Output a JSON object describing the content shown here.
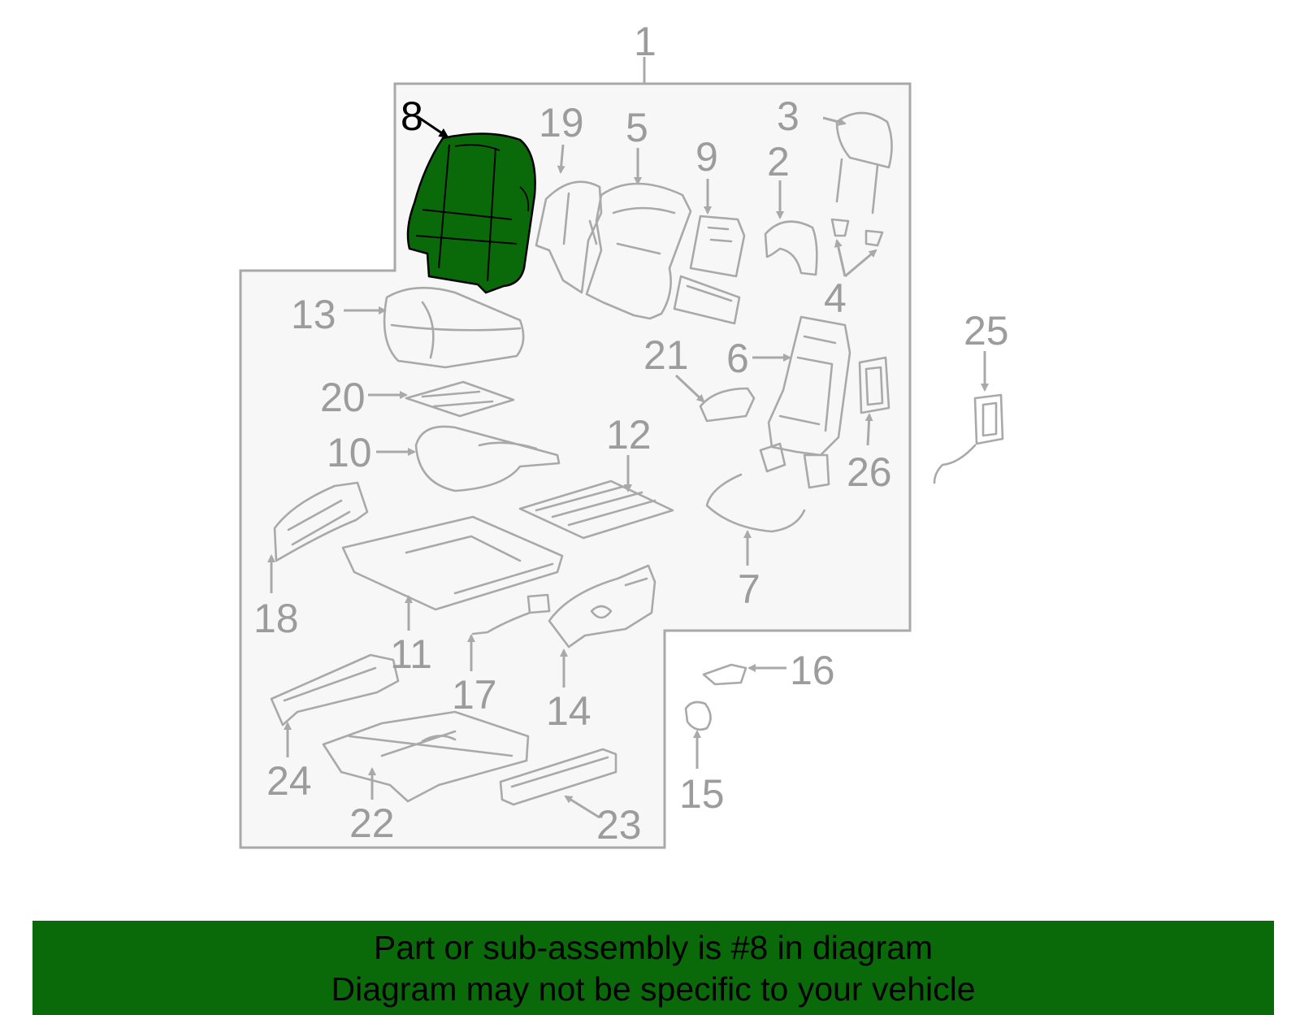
{
  "diagram": {
    "labels": {
      "p1": "1",
      "p2": "2",
      "p3": "3",
      "p4": "4",
      "p5": "5",
      "p6": "6",
      "p7": "7",
      "p8": "8",
      "p9": "9",
      "p10": "10",
      "p11": "11",
      "p12": "12",
      "p13": "13",
      "p14": "14",
      "p15": "15",
      "p16": "16",
      "p17": "17",
      "p18": "18",
      "p19": "19",
      "p20": "20",
      "p21": "21",
      "p22": "22",
      "p23": "23",
      "p24": "24",
      "p25": "25",
      "p26": "26"
    },
    "highlighted_part": "8",
    "highlight_color": "#0a6a0a",
    "line_color": "#a9a9a9"
  },
  "banner": {
    "line1": "Part or sub-assembly is #8 in diagram",
    "line2": "Diagram may not be specific to your vehicle",
    "background": "#0a6a0a"
  }
}
